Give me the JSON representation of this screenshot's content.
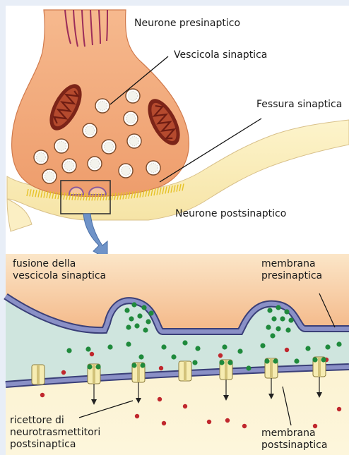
{
  "labels": {
    "presynaptic_neuron": "Neurone presinaptico",
    "synaptic_vesicle": "Vescicola sinaptica",
    "synaptic_cleft": "Fessura sinaptica",
    "postsynaptic_neuron": "Neurone postsinaptico",
    "vesicle_fusion_line1": "fusione della",
    "vesicle_fusion_line2": "vescicola sinaptica",
    "presynaptic_membrane_line1": "membrana",
    "presynaptic_membrane_line2": "presinaptica",
    "receptor_line1": "ricettore di",
    "receptor_line2": "neurotrasmettitori",
    "receptor_line3": "postsinaptica",
    "postsynaptic_membrane_line1": "membrana",
    "postsynaptic_membrane_line2": "postsinaptica"
  },
  "colors": {
    "background": "#e8eef7",
    "bouton": "#f2a878",
    "postsynaptic": "#fdf2c8",
    "membrane": "#7b80b8",
    "cleft": "#cfe5de",
    "neurotransmitter": "#1f8a3c",
    "ion": "#c0272d",
    "arrow": "#6f93c8"
  }
}
